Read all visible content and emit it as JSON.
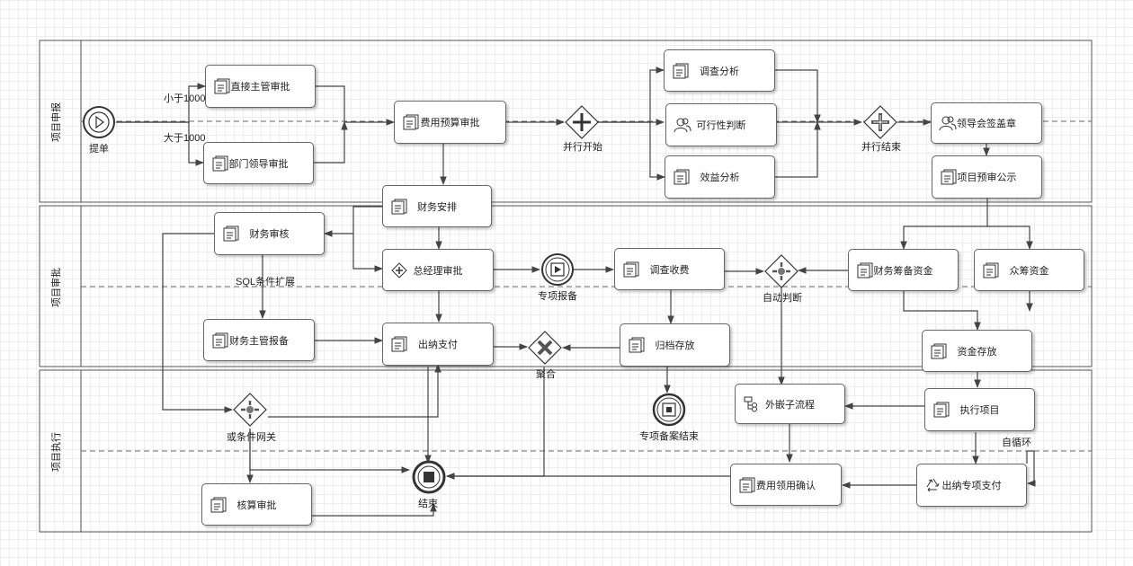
{
  "lanes": [
    {
      "title": "项目申报"
    },
    {
      "title": "项目审批"
    },
    {
      "title": "项目执行"
    }
  ],
  "nodes": {
    "direct_supervisor": "直接主管审批",
    "dept_leader": "部门领导审批",
    "budget_approval": "费用预算审批",
    "survey_analysis": "调查分析",
    "feasibility": "可行性判断",
    "benefit_analysis": "效益分析",
    "leader_sign": "领导会签盖章",
    "budget_publicity": "项目预审公示",
    "finance_arrange": "财务安排",
    "finance_review": "财务审核",
    "gm_approval": "总经理审批",
    "survey_fee": "调查收费",
    "finance_raise": "财务筹备资金",
    "crowdfunding": "众筹资金",
    "finance_supervisor_report": "财务主管报备",
    "cashier_pay": "出纳支付",
    "archive": "归档存放",
    "fund_deposit": "资金存放",
    "embedded_subprocess": "外嵌子流程",
    "execute_project": "执行项目",
    "expense_confirm": "费用领用确认",
    "cashier_special_pay": "出纳专项支付",
    "accounting_approval": "核算审批"
  },
  "events": {
    "start": "提单",
    "parallel_start": "并行开始",
    "parallel_end": "并行结束",
    "special_report": "专项报备",
    "auto_judge": "自动判断",
    "merge": "聚合",
    "or_gateway": "或条件网关",
    "special_archive_end": "专项备案结束",
    "end": "结束"
  },
  "edge_labels": {
    "less_than": "小于1000",
    "greater_than": "大于1000",
    "sql_condition": "SQL条件扩展",
    "self_loop": "自循环"
  }
}
